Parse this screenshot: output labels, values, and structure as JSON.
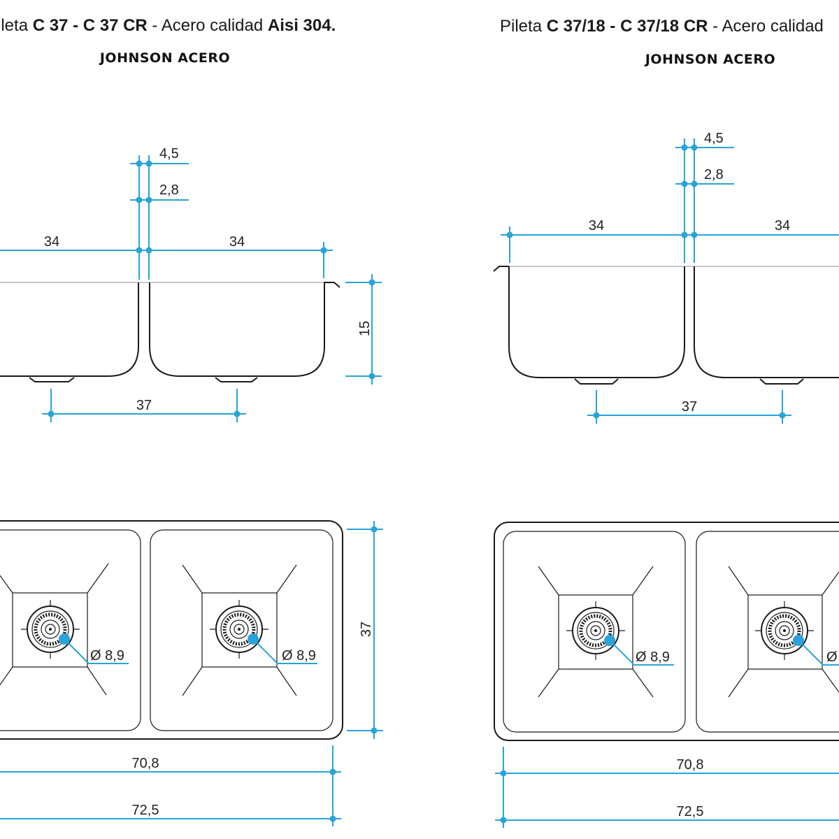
{
  "left": {
    "title_prefix": "Pileta ",
    "title_model": "C 37 - C 37 CR",
    "title_mid": " - Acero calidad ",
    "title_material": "Aisi 304.",
    "brand": "JOHNSON ACERO"
  },
  "right": {
    "title_prefix": "Pileta ",
    "title_model": "C 37/18 - C 37/18 CR",
    "title_mid": " - Acero calidad",
    "brand": "JOHNSON ACERO"
  },
  "dims": {
    "top_offset": "4,5",
    "divider": "2,8",
    "bowl_width": "34",
    "depth": "15",
    "drain_spacing": "37",
    "drain_diameter": "Ø 8,9",
    "inner_length": "70,8",
    "outer_length": "72,5",
    "width": "37"
  },
  "colors": {
    "dimension": "#29a3d8",
    "outline": "#1a1a1a"
  }
}
